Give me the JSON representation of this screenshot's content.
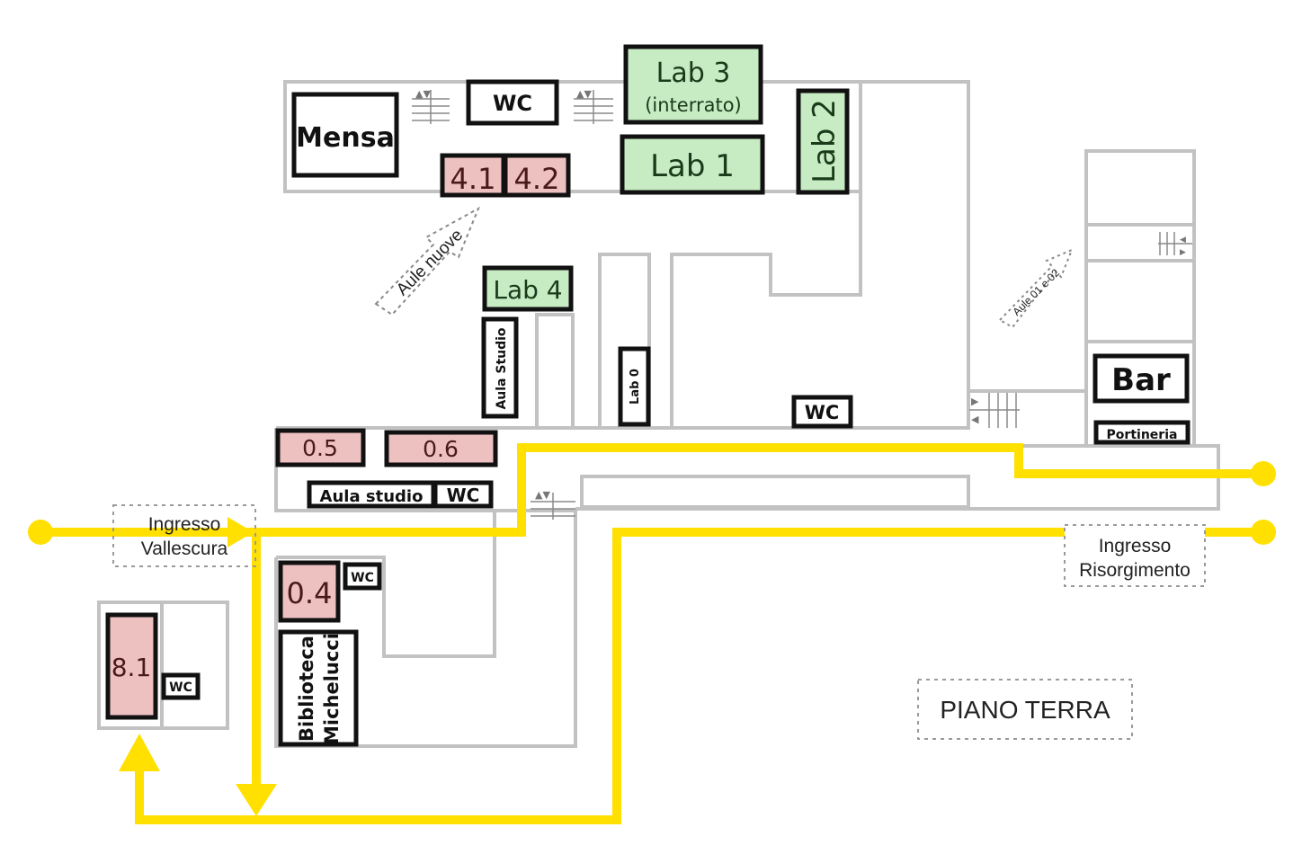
{
  "floor_title": "PIANO TERRA",
  "colors": {
    "route": "#ffe000",
    "lab_fill": "#c7ecc3",
    "classroom_fill": "#eec1c1",
    "wall": "#c2c2c2",
    "room_border": "#111111"
  },
  "rooms": {
    "mensa": "Mensa",
    "wc_top": "WC",
    "lab3": "Lab 3",
    "lab3_note": "(interrato)",
    "lab1": "Lab 1",
    "lab2": "Lab 2",
    "aula_41": "4.1",
    "aula_42": "4.2",
    "lab4": "Lab 4",
    "aula_studio_vertical": "Aula Studio",
    "lab0": "Lab 0",
    "wc_center": "WC",
    "bar": "Bar",
    "portineria": "Portineria",
    "aula_05": "0.5",
    "aula_06": "0.6",
    "aula_studio": "Aula studio",
    "wc_studio": "WC",
    "aula_04": "0.4",
    "wc_04": "WC",
    "aula_81": "8.1",
    "wc_81": "WC",
    "biblioteca_line1": "Biblioteca",
    "biblioteca_line2": "Michelucci"
  },
  "signs": {
    "aule_nuove": "Aule nuove",
    "aule_01_02": "Aule 01 e 02",
    "ingresso_vallescura_1": "Ingresso",
    "ingresso_vallescura_2": "Vallescura",
    "ingresso_risorgimento_1": "Ingresso",
    "ingresso_risorgimento_2": "Risorgimento"
  }
}
